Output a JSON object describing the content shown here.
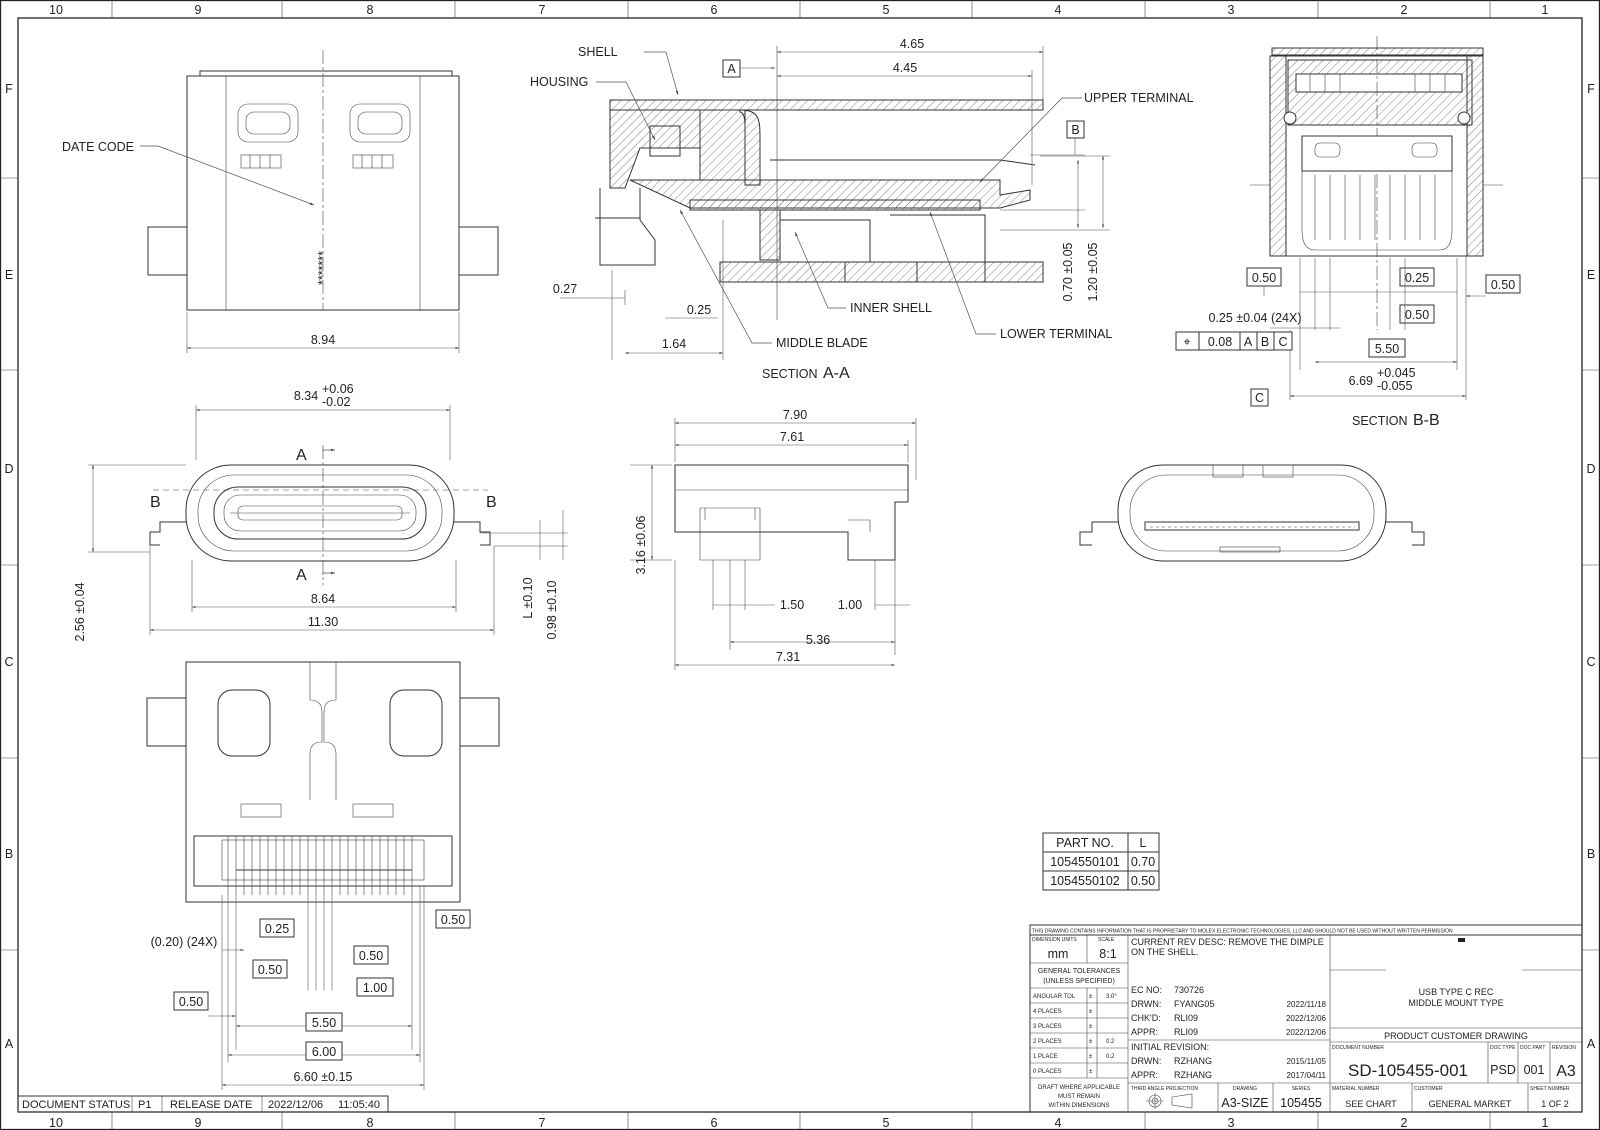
{
  "grid": {
    "columns": [
      "10",
      "9",
      "8",
      "7",
      "6",
      "5",
      "4",
      "3",
      "2",
      "1"
    ],
    "rows": [
      "F",
      "E",
      "D",
      "C",
      "B",
      "A"
    ]
  },
  "labels": {
    "date_code": "DATE CODE",
    "shell": "SHELL",
    "housing": "HOUSING",
    "upper_terminal": "UPPER TERMINAL",
    "inner_shell": "INNER SHELL",
    "middle_blade": "MIDDLE BLADE",
    "lower_terminal": "LOWER TERMINAL",
    "section_aa_prefix": "SECTION",
    "section_aa_id": "A-A",
    "section_bb_prefix": "SECTION",
    "section_bb_id": "B-B",
    "date_code_marks": "*******",
    "cut_a": "A",
    "cut_b": "B"
  },
  "datums": {
    "a": "A",
    "b": "B",
    "c": "C"
  },
  "dimensions": {
    "top_width": "8.94",
    "sec_465": "4.65",
    "sec_445": "4.45",
    "sec_027": "0.27",
    "sec_025": "0.25",
    "sec_164": "1.64",
    "sec_070": "0.70 ±0.05",
    "sec_120": "1.20 ±0.05",
    "bb_050a": "0.50",
    "bb_025": "0.25",
    "bb_050b": "0.50",
    "bb_050c": "0.50",
    "bb_pitch": "0.25 ±0.04 (24X)",
    "bb_550": "5.50",
    "bb_669": "6.69",
    "bb_669_tol_plus": "+0.045",
    "bb_669_tol_minus": "-0.055",
    "front_834": "8.34",
    "front_834_tol_plus": "+0.06",
    "front_834_tol_minus": "-0.02",
    "front_864": "8.64",
    "front_1130": "11.30",
    "front_256": "2.56 ±0.04",
    "front_L": "L ±0.10",
    "front_098": "0.98 ±0.10",
    "side_790": "7.90",
    "side_761": "7.61",
    "side_316": "3.16 ±0.06",
    "side_150": "1.50",
    "side_100": "1.00",
    "side_536": "5.36",
    "side_731": "7.31",
    "bot_020": "(0.20) (24X)",
    "bot_025": "0.25",
    "bot_050a": "0.50",
    "bot_050b": "0.50",
    "bot_050c": "0.50",
    "bot_050d": "0.50",
    "bot_100": "1.00",
    "bot_550": "5.50",
    "bot_600": "6.00",
    "bot_660": "6.60 ±0.15"
  },
  "gdt": {
    "symbol": "⌖",
    "tolerance": "0.08",
    "datum_a": "A",
    "datum_b": "B",
    "datum_c": "C"
  },
  "part_table": {
    "headers": [
      "PART NO.",
      "L"
    ],
    "rows": [
      [
        "1054550101",
        "0.70"
      ],
      [
        "1054550102",
        "0.50"
      ]
    ]
  },
  "title_block": {
    "proprietary": "THIS DRAWING CONTAINS INFORMATION THAT IS PROPRIETARY TO MOLEX ELECTRONIC TECHNOLOGIES, LLC AND SHOULD NOT BE USED WITHOUT WRITTEN PERMISSION",
    "dimension_units_label": "DIMENSION UNITS",
    "dimension_units": "mm",
    "scale_label": "SCALE",
    "scale": "8:1",
    "general_tolerances": "GENERAL TOLERANCES",
    "unless_specified": "(UNLESS SPECIFIED)",
    "tolerance_rows": [
      {
        "label": "ANGULAR TOL",
        "sign": "±",
        "value": "3.0°"
      },
      {
        "label": "4 PLACES",
        "sign": "±",
        "value": ""
      },
      {
        "label": "3 PLACES",
        "sign": "±",
        "value": ""
      },
      {
        "label": "2 PLACES",
        "sign": "±",
        "value": "0.2"
      },
      {
        "label": "1 PLACE",
        "sign": "±",
        "value": "0.2"
      },
      {
        "label": "0 PLACES",
        "sign": "±",
        "value": ""
      }
    ],
    "draft_note_1": "DRAFT WHERE APPLICABLE",
    "draft_note_2": "MUST REMAIN",
    "draft_note_3": "WITHIN DIMENSIONS",
    "rev_desc_1": "CURRENT REV DESC: REMOVE THE DIMPLE",
    "rev_desc_2": "ON THE SHELL.",
    "ec_label": "EC NO:",
    "ec_no": "730726",
    "drwn_label": "DRWN:",
    "drwn": "FYANG05",
    "drwn_date": "2022/11/18",
    "chkd_label": "CHK'D:",
    "chkd": "RLI09",
    "chkd_date": "2022/12/06",
    "appr_label": "APPR:",
    "appr": "RLI09",
    "appr_date": "2022/12/06",
    "initial_revision": "INITIAL REVISION:",
    "init_drwn": "RZHANG",
    "init_drwn_date": "2015/11/05",
    "init_appr": "RZHANG",
    "init_appr_date": "2017/04/11",
    "third_angle_label": "THIRD ANGLE PROJECTION",
    "drawing_label": "DRAWING",
    "drawing_size": "A3-SIZE",
    "series_label": "SERIES",
    "series": "105455",
    "title_1": "USB TYPE C REC",
    "title_2": "MIDDLE MOUNT TYPE",
    "drawing_type": "PRODUCT CUSTOMER DRAWING",
    "doc_number_label": "DOCUMENT NUMBER",
    "doc_number": "SD-105455-001",
    "doc_type_label": "DOC TYPE",
    "doc_type": "PSD",
    "doc_part_label": "DOC PART",
    "doc_part": "001",
    "revision_label": "REVISION",
    "revision": "A3",
    "material_label": "MATERIAL NUMBER",
    "material": "SEE CHART",
    "customer_label": "CUSTOMER",
    "customer": "GENERAL MARKET",
    "sheet_label": "SHEET NUMBER",
    "sheet": "1 OF 2"
  },
  "status_bar": {
    "doc_status_label": "DOCUMENT STATUS",
    "doc_status": "P1",
    "release_label": "RELEASE DATE",
    "release_date": "2022/12/06",
    "release_time": "11:05:40"
  }
}
